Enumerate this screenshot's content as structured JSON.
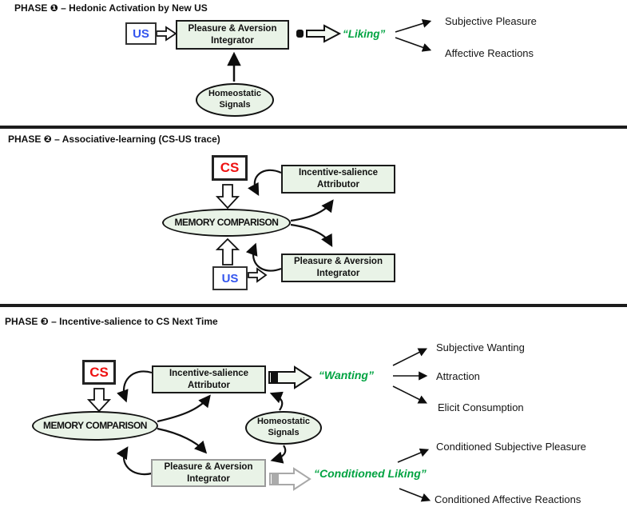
{
  "colors": {
    "box_fill": "#e9f3e7",
    "cs_red": "#ee1111",
    "us_blue": "#3355ee",
    "label_green": "#00a341",
    "gray_accent": "#9a9a9a"
  },
  "phase1": {
    "title": "PHASE ❶ – Hedonic Activation by New US",
    "us_box": "US",
    "integrator": [
      "Pleasure & Aversion",
      "Integrator"
    ],
    "homeostatic": [
      "Homeostatic",
      "Signals"
    ],
    "liking_label": "“Liking”",
    "outcome_pleasure": "Subjective Pleasure",
    "outcome_affective": "Affective Reactions"
  },
  "phase2": {
    "title": "PHASE ❷ – Associative-learning (CS-US trace)",
    "cs_box": "CS",
    "us_box": "US",
    "attributor": [
      "Incentive-salience",
      "Attributor"
    ],
    "memory": "MEMORY COMPARISON",
    "integrator": [
      "Pleasure & Aversion",
      "Integrator"
    ]
  },
  "phase3": {
    "title": "PHASE ❸ – Incentive-salience to CS Next Time",
    "cs_box": "CS",
    "attributor": [
      "Incentive-salience",
      "Attributor"
    ],
    "memory": "MEMORY COMPARISON",
    "homeostatic": [
      "Homeostatic",
      "Signals"
    ],
    "integrator": [
      "Pleasure & Aversion",
      "Integrator"
    ],
    "wanting_label": "“Wanting”",
    "outcome_subjective_wanting": "Subjective Wanting",
    "outcome_attraction": "Attraction",
    "outcome_elicit": "Elicit Consumption",
    "cond_liking_label": "“Conditioned Liking”",
    "outcome_cond_pleasure": "Conditioned Subjective Pleasure",
    "outcome_cond_affective": "Conditioned Affective Reactions"
  }
}
